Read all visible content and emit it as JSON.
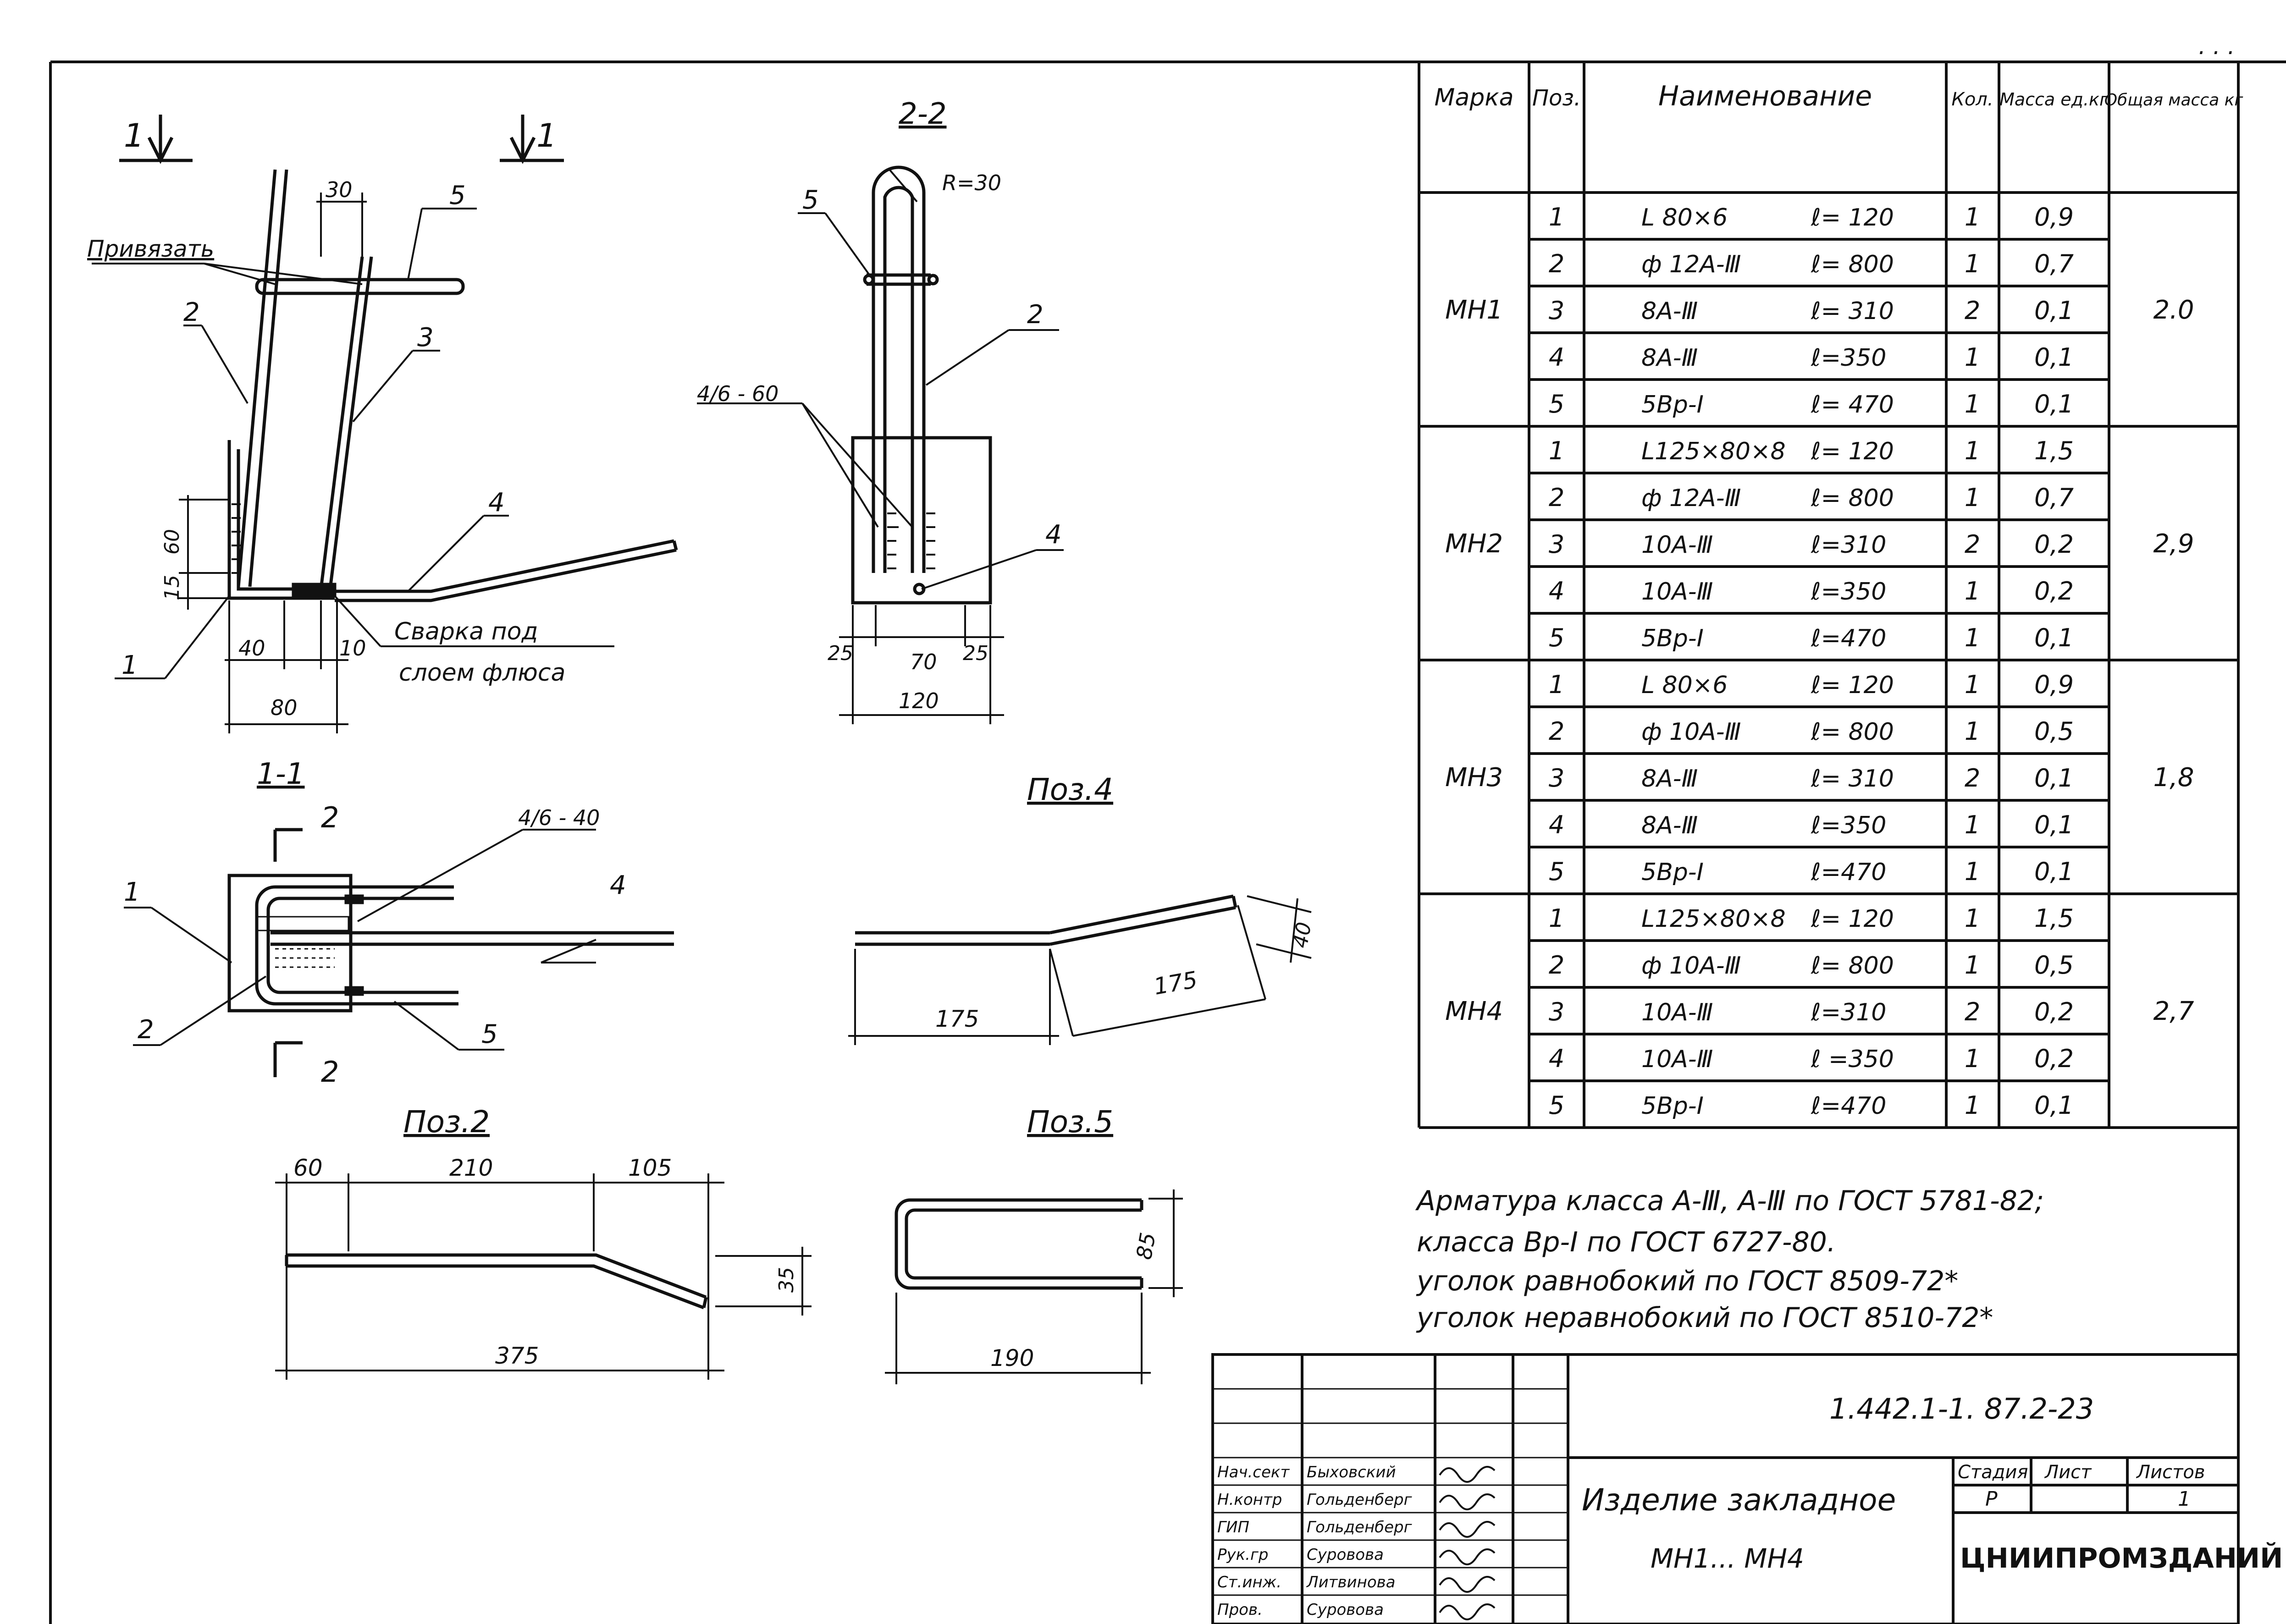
{
  "views": {
    "sec11": {
      "title": "1-1",
      "cut_marks": [
        "1",
        "1"
      ],
      "note_label": "Привязать",
      "weld_note_line1": "Сварка под",
      "weld_note_line2": "слоем флюса",
      "leaders": [
        "1",
        "2",
        "3",
        "4",
        "5"
      ],
      "dims": {
        "d30": "30",
        "d60": "60",
        "d15": "15",
        "d40": "40",
        "d10": "10",
        "d80": "80"
      }
    },
    "sec22": {
      "title": "2-2",
      "radius": "R=30",
      "weld": "4/6 - 60",
      "leaders": [
        "5",
        "2",
        "4"
      ],
      "dims": {
        "d25a": "25",
        "d70": "70",
        "d25b": "25",
        "d120": "120"
      }
    },
    "plan": {
      "title": "1-1",
      "cut_marks": [
        "2",
        "2"
      ],
      "weld": "4/6 - 40",
      "leaders": [
        "1",
        "4",
        "2",
        "5"
      ]
    },
    "poz4": {
      "title": "Поз.4",
      "dims": {
        "d175a": "175",
        "d175b": "175",
        "d40": "40"
      }
    },
    "poz2": {
      "title": "Поз.2",
      "dims": {
        "d60": "60",
        "d210": "210",
        "d105": "105",
        "d35": "35",
        "d375": "375"
      }
    },
    "poz5": {
      "title": "Поз.5",
      "dims": {
        "d85": "85",
        "d190": "190"
      }
    }
  },
  "spec_table": {
    "headers": {
      "mark": "Марка",
      "pos": "Поз.",
      "name": "Наименование",
      "qty": "Кол.",
      "unit_mass": "Масса ед.кг",
      "total_mass": "Общая масса кг"
    },
    "groups": [
      {
        "mark": "МН1",
        "total": "2.0",
        "rows": [
          {
            "pos": "1",
            "profile": "L 80×6",
            "length": "ℓ= 120",
            "qty": "1",
            "mass": "0,9"
          },
          {
            "pos": "2",
            "profile": "ф 12А-Ⅲ",
            "length": "ℓ= 800",
            "qty": "1",
            "mass": "0,7"
          },
          {
            "pos": "3",
            "profile": "8А-Ⅲ",
            "length": "ℓ= 310",
            "qty": "2",
            "mass": "0,1"
          },
          {
            "pos": "4",
            "profile": "8А-Ⅲ",
            "length": "ℓ=350",
            "qty": "1",
            "mass": "0,1"
          },
          {
            "pos": "5",
            "profile": "5Вр-Ⅰ",
            "length": "ℓ= 470",
            "qty": "1",
            "mass": "0,1"
          }
        ]
      },
      {
        "mark": "МН2",
        "total": "2,9",
        "rows": [
          {
            "pos": "1",
            "profile": "L125×80×8",
            "length": "ℓ= 120",
            "qty": "1",
            "mass": "1,5"
          },
          {
            "pos": "2",
            "profile": "ф 12А-Ⅲ",
            "length": "ℓ= 800",
            "qty": "1",
            "mass": "0,7"
          },
          {
            "pos": "3",
            "profile": "10А-Ⅲ",
            "length": "ℓ=310",
            "qty": "2",
            "mass": "0,2"
          },
          {
            "pos": "4",
            "profile": "10А-Ⅲ",
            "length": "ℓ=350",
            "qty": "1",
            "mass": "0,2"
          },
          {
            "pos": "5",
            "profile": "5Вр-Ⅰ",
            "length": "ℓ=470",
            "qty": "1",
            "mass": "0,1"
          }
        ]
      },
      {
        "mark": "МН3",
        "total": "1,8",
        "rows": [
          {
            "pos": "1",
            "profile": "L 80×6",
            "length": "ℓ= 120",
            "qty": "1",
            "mass": "0,9"
          },
          {
            "pos": "2",
            "profile": "ф 10А-Ⅲ",
            "length": "ℓ= 800",
            "qty": "1",
            "mass": "0,5"
          },
          {
            "pos": "3",
            "profile": "8А-Ⅲ",
            "length": "ℓ= 310",
            "qty": "2",
            "mass": "0,1"
          },
          {
            "pos": "4",
            "profile": "8А-Ⅲ",
            "length": "ℓ=350",
            "qty": "1",
            "mass": "0,1"
          },
          {
            "pos": "5",
            "profile": "5Вр-Ⅰ",
            "length": "ℓ=470",
            "qty": "1",
            "mass": "0,1"
          }
        ]
      },
      {
        "mark": "МН4",
        "total": "2,7",
        "rows": [
          {
            "pos": "1",
            "profile": "L125×80×8",
            "length": "ℓ= 120",
            "qty": "1",
            "mass": "1,5"
          },
          {
            "pos": "2",
            "profile": "ф 10А-Ⅲ",
            "length": "ℓ= 800",
            "qty": "1",
            "mass": "0,5"
          },
          {
            "pos": "3",
            "profile": "10А-Ⅲ",
            "length": "ℓ=310",
            "qty": "2",
            "mass": "0,2"
          },
          {
            "pos": "4",
            "profile": "10А-Ⅲ",
            "length": "ℓ =350",
            "qty": "1",
            "mass": "0,2"
          },
          {
            "pos": "5",
            "profile": "5Вр-Ⅰ",
            "length": "ℓ=470",
            "qty": "1",
            "mass": "0,1"
          }
        ]
      }
    ]
  },
  "notes": [
    "Арматура класса А-Ⅲ, А-Ⅲ по ГОСТ 5781-82;",
    "класса Вр-Ⅰ по ГОСТ 6727-80.",
    "уголок равнобокий по ГОСТ 8509-72*",
    "уголок неравнобокий по ГОСТ 8510-72*"
  ],
  "title_block": {
    "doc_code": "1.442.1-1. 87.2-23",
    "item_name": "Изделие закладное",
    "item_marks": "МН1... МН4",
    "stage_label": "Стадия",
    "sheet_label": "Лист",
    "sheets_label": "Листов",
    "stage": "Р",
    "sheet": "",
    "sheets": "1",
    "org": "ЦНИИПРОМЗДАНИЙ",
    "signatures": [
      {
        "role": "Нач.сект",
        "name": "Быховский"
      },
      {
        "role": "Н.контр",
        "name": "Гольденберг"
      },
      {
        "role": "ГИП",
        "name": "Гольденберг"
      },
      {
        "role": "Рук.гр",
        "name": "Суровова"
      },
      {
        "role": "Ст.инж.",
        "name": "Литвинова"
      },
      {
        "role": "Пров.",
        "name": "Суровова"
      }
    ]
  }
}
